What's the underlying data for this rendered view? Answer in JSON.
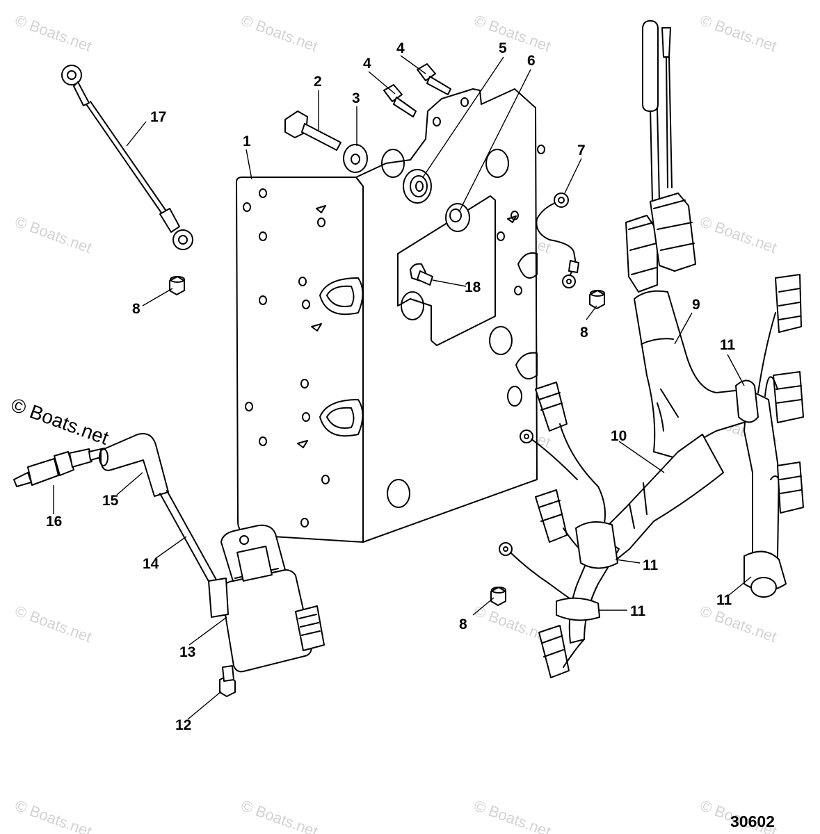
{
  "diagram": {
    "figure_number": "30602",
    "watermark": {
      "text": "© Boats.net",
      "prominent_text": "© Boats.net"
    },
    "callouts": [
      {
        "id": "c1",
        "text": "1"
      },
      {
        "id": "c2",
        "text": "2"
      },
      {
        "id": "c3",
        "text": "3"
      },
      {
        "id": "c4a",
        "text": "4"
      },
      {
        "id": "c4b",
        "text": "4"
      },
      {
        "id": "c5",
        "text": "5"
      },
      {
        "id": "c6",
        "text": "6"
      },
      {
        "id": "c7",
        "text": "7"
      },
      {
        "id": "c8a",
        "text": "8"
      },
      {
        "id": "c8b",
        "text": "8"
      },
      {
        "id": "c8c",
        "text": "8"
      },
      {
        "id": "c9",
        "text": "9"
      },
      {
        "id": "c10",
        "text": "10"
      },
      {
        "id": "c11a",
        "text": "11"
      },
      {
        "id": "c11b",
        "text": "11"
      },
      {
        "id": "c11c",
        "text": "11"
      },
      {
        "id": "c11d",
        "text": "11"
      },
      {
        "id": "c12",
        "text": "12"
      },
      {
        "id": "c13",
        "text": "13"
      },
      {
        "id": "c14",
        "text": "14"
      },
      {
        "id": "c15",
        "text": "15"
      },
      {
        "id": "c16",
        "text": "16"
      },
      {
        "id": "c17",
        "text": "17"
      },
      {
        "id": "c18",
        "text": "18"
      }
    ]
  }
}
